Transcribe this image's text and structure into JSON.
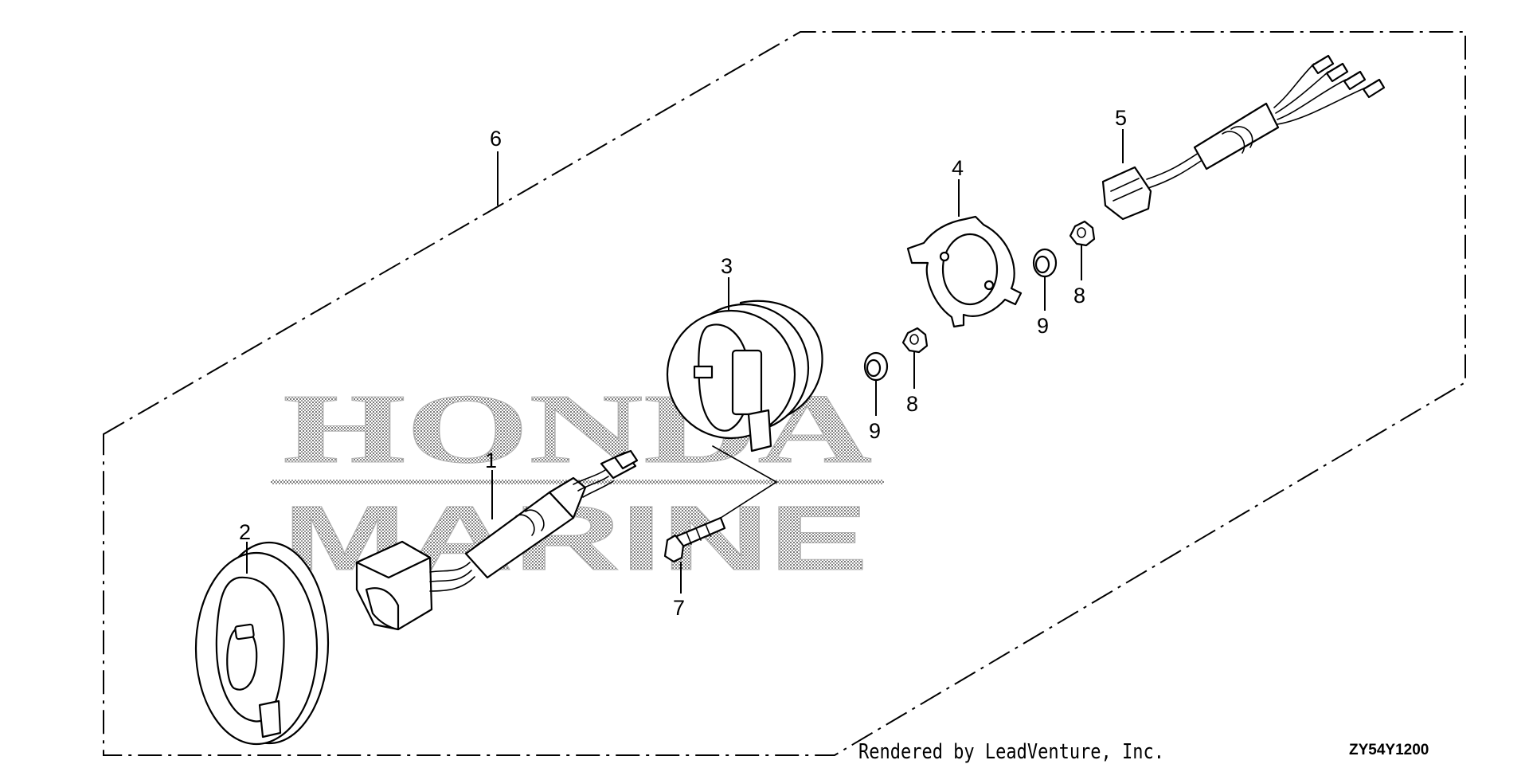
{
  "callouts": [
    {
      "number": "1"
    },
    {
      "number": "2"
    },
    {
      "number": "3"
    },
    {
      "number": "4"
    },
    {
      "number": "5"
    },
    {
      "number": "6"
    },
    {
      "number": "7"
    },
    {
      "number": "8"
    },
    {
      "number": "8"
    },
    {
      "number": "9"
    },
    {
      "number": "9"
    }
  ],
  "watermark": {
    "line1": "HONDA",
    "line2": "MARINE"
  },
  "footer": {
    "credit": "Rendered by LeadVenture, Inc.",
    "diagram_code": "ZY54Y1200"
  }
}
